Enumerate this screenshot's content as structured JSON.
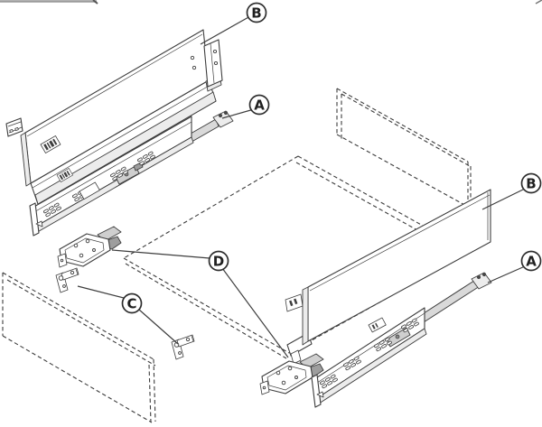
{
  "diagram": {
    "markers": {
      "b_top": "B",
      "a_top": "A",
      "b_right": "B",
      "a_right": "A",
      "d": "D",
      "c": "C"
    },
    "colors": {
      "line": "#3d3d3d",
      "fill": "#ffffff",
      "rail_shade": "#d9d9d9",
      "light_shade": "#ececec",
      "dark_shade": "#9e9e9e",
      "border_artifact": "#9a9a9a"
    }
  }
}
